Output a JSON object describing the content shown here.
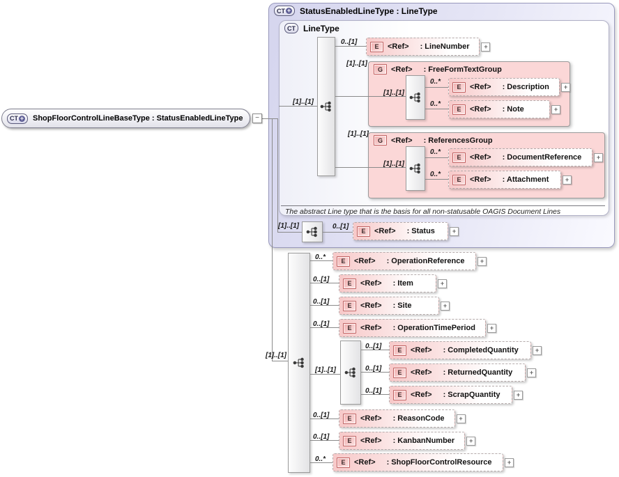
{
  "diagram": {
    "root": {
      "label": "ShopFloorControlLineBaseType : StatusEnabledLineType"
    },
    "base": {
      "label": "StatusEnabledLineType : LineType",
      "linetype": {
        "label": "LineType",
        "cardinality": "[1]..[1]",
        "note": "The abstract Line type that is the basis for all non-statusable OAGIS Document Lines",
        "linenumber": {
          "occurs": "0..[1]",
          "ref": "<Ref>",
          "name": ": LineNumber"
        },
        "freeform_group": {
          "occurs": "[1]..[1]",
          "cardinality": "[1]..[1]",
          "ref": "<Ref>",
          "name": ": FreeFormTextGroup",
          "description": {
            "occurs": "0..*",
            "ref": "<Ref>",
            "name": ": Description"
          },
          "note_element": {
            "occurs": "0..*",
            "ref": "<Ref>",
            "name": ": Note"
          }
        },
        "references_group": {
          "occurs": "[1]..[1]",
          "cardinality": "[1]..[1]",
          "ref": "<Ref>",
          "name": ": ReferencesGroup",
          "document_reference": {
            "occurs": "0..*",
            "ref": "<Ref>",
            "name": ": DocumentReference"
          },
          "attachment": {
            "occurs": "0..*",
            "ref": "<Ref>",
            "name": ": Attachment"
          }
        }
      },
      "status": {
        "cardinality": "[1]..[1]",
        "occurs": "0..[1]",
        "ref": "<Ref>",
        "name": ": Status"
      }
    },
    "extension": {
      "cardinality": "[1]..[1]",
      "operation_reference": {
        "occurs": "0..*",
        "ref": "<Ref>",
        "name": ": OperationReference"
      },
      "item": {
        "occurs": "0..[1]",
        "ref": "<Ref>",
        "name": ": Item"
      },
      "site": {
        "occurs": "0..[1]",
        "ref": "<Ref>",
        "name": ": Site"
      },
      "operation_time_period": {
        "occurs": "0..[1]",
        "ref": "<Ref>",
        "name": ": OperationTimePeriod"
      },
      "quantity_group": {
        "cardinality": "[1]..[1]",
        "completed_quantity": {
          "occurs": "0..[1]",
          "ref": "<Ref>",
          "name": ": CompletedQuantity"
        },
        "returned_quantity": {
          "occurs": "0..[1]",
          "ref": "<Ref>",
          "name": ": ReturnedQuantity"
        },
        "scrap_quantity": {
          "occurs": "0..[1]",
          "ref": "<Ref>",
          "name": ": ScrapQuantity"
        }
      },
      "reason_code": {
        "occurs": "0..[1]",
        "ref": "<Ref>",
        "name": ": ReasonCode"
      },
      "kanban_number": {
        "occurs": "0..[1]",
        "ref": "<Ref>",
        "name": ": KanbanNumber"
      },
      "shop_floor_control_resource": {
        "occurs": "0..*",
        "ref": "<Ref>",
        "name": ": ShopFloorControlResource"
      }
    },
    "icons": {
      "ct": "CT",
      "plus": "+",
      "element": "E",
      "group": "G",
      "expand": "+",
      "collapse": "−"
    },
    "colors": {
      "base_fill": "#d5d5ee",
      "base_border": "#9898bc",
      "group_fill": "#fbd7d7",
      "element_pink": "#f7c9c9",
      "line": "#8a8a8a"
    }
  }
}
